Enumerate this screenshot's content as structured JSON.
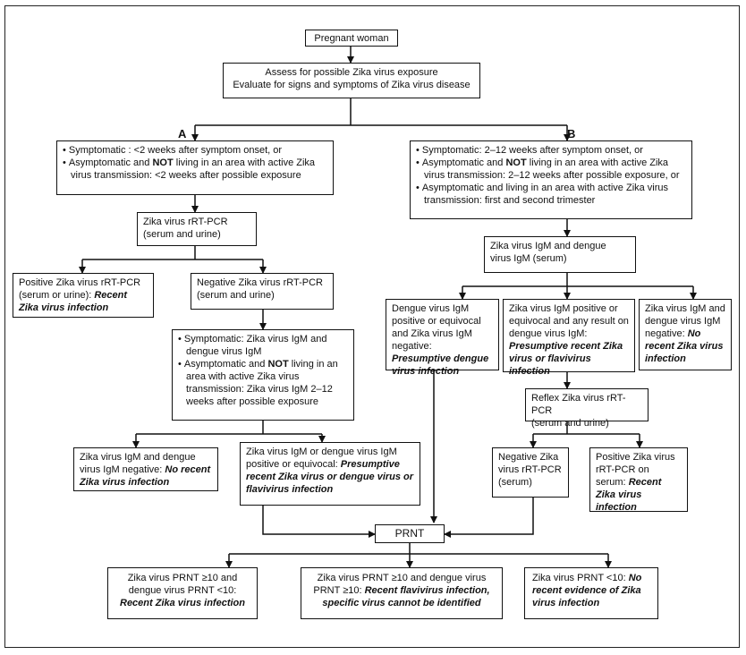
{
  "nodes": {
    "pregnant": "Pregnant woman",
    "assess": {
      "line1": "Assess for possible Zika virus exposure",
      "line2": "Evaluate for signs and symptoms of Zika virus disease"
    },
    "branch_a": "A",
    "branch_b": "B",
    "a_criteria": {
      "b1": "Symptomatic : <2 weeks after symptom onset, or",
      "b2_pre": "Asymptomatic and ",
      "b2_not": "NOT",
      "b2_post": " living in an area with active Zika virus transmission: <2 weeks after possible exposure"
    },
    "b_criteria": {
      "b1": "Symptomatic: 2–12 weeks after symptom onset, or",
      "b2_pre": "Asymptomatic and ",
      "b2_not": "NOT",
      "b2_post": " living in an area with active Zika virus transmission: 2–12 weeks after possible exposure, or",
      "b3": "Asymptomatic and living in an area with active Zika virus transmission: first and second trimester"
    },
    "rtpcr": {
      "line1": "Zika virus rRT-PCR",
      "line2": "(serum and urine)"
    },
    "pos_rtpcr": {
      "plain": "Positive Zika virus rRT-PCR (serum or urine): ",
      "bold": "Recent Zika virus infection"
    },
    "neg_rtpcr": {
      "line1": "Negative Zika virus rRT-PCR",
      "line2": "(serum and urine)"
    },
    "igm_criteria": {
      "b1": "Symptomatic: Zika virus IgM and dengue virus IgM",
      "b2_pre": "Asymptomatic and ",
      "b2_not": "NOT",
      "b2_post": " living in an area with active Zika virus transmission: Zika virus IgM 2–12 weeks after possible exposure"
    },
    "igm_neg_a": {
      "plain": "Zika virus IgM and dengue virus IgM negative: ",
      "bold": "No recent Zika virus infection"
    },
    "igm_pos_a": {
      "plain": "Zika virus IgM or dengue virus IgM positive or equivocal: ",
      "bold": "Presumptive recent Zika virus or dengue virus or flavivirus infection"
    },
    "igm_test_b": {
      "line1": "Zika virus IgM and dengue",
      "line2": "virus IgM (serum)"
    },
    "dengue_pos": {
      "plain": "Dengue virus IgM positive or equivocal and Zika virus IgM negative: ",
      "bold": "Presumptive dengue virus infection"
    },
    "zika_igm_pos": {
      "plain": "Zika virus IgM positive or equivocal and  any result on dengue virus IgM: ",
      "bold": "Presumptive recent Zika virus or flavivirus infection"
    },
    "igm_neg_b": {
      "plain": "Zika virus IgM and dengue virus IgM negative: ",
      "bold": "No recent Zika virus infection"
    },
    "reflex": {
      "line1": "Reflex Zika virus rRT-PCR",
      "line2": "(serum and urine)"
    },
    "neg_reflex": {
      "line1": "Negative Zika",
      "line2": "virus rRT-PCR",
      "line3": "(serum)"
    },
    "pos_reflex": {
      "plain": "Positive Zika virus rRT-PCR on serum: ",
      "bold": "Recent Zika virus infection"
    },
    "prnt": "PRNT",
    "prnt_zika": {
      "plain": "Zika virus PRNT ≥10 and dengue virus PRNT <10: ",
      "bold": "Recent Zika virus infection"
    },
    "prnt_flavi": {
      "plain": "Zika virus PRNT ≥10 and dengue virus PRNT ≥10: ",
      "bold": "Recent flavivirus infection, specific virus cannot be identified"
    },
    "prnt_none": {
      "plain": "Zika virus PRNT <10: ",
      "bold": "No recent evidence of Zika virus infection"
    }
  }
}
